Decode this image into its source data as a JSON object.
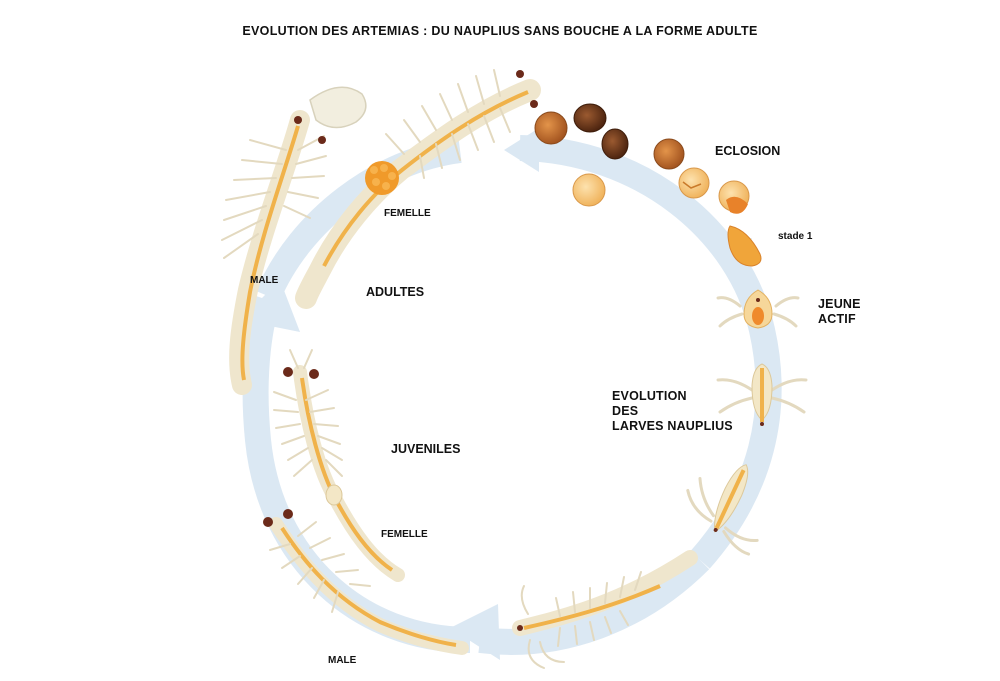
{
  "title": "EVOLUTION DES ARTEMIAS : DU NAUPLIUS SANS BOUCHE A LA FORME ADULTE",
  "labels": {
    "eclosion": "ECLOSION",
    "stade1": "stade 1",
    "jeune_actif": "JEUNE\nACTIF",
    "evolution_larves": "EVOLUTION\nDES\nLARVES NAUPLIUS",
    "adultes": "ADULTES",
    "femelle_adulte": "FEMELLE",
    "male_adulte": "MALE",
    "juveniles": "JUVENILES",
    "femelle_juvenile": "FEMELLE",
    "male_juvenile": "MALE"
  },
  "colors": {
    "cycle_arrow": "#dbe8f3",
    "body_pale": "#efe6cd",
    "body_stripe": "#f0b24a",
    "limb": "#e3d9bf",
    "cyst_dark": "#6b3a1e",
    "cyst_brown": "#b5652a",
    "cyst_light": "#f3c27a",
    "egg_sac": "#f09a2a",
    "eye": "#6b2a1a"
  }
}
